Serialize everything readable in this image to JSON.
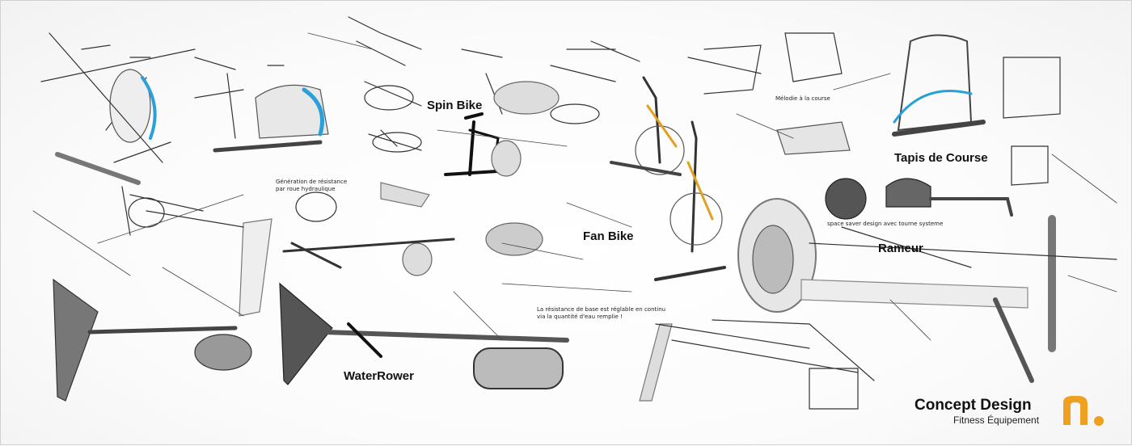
{
  "labels": {
    "spin_bike": "Spin Bike",
    "fan_bike": "Fan Bike",
    "tapis": "Tapis de Course",
    "rameur": "Rameur",
    "waterrower": "WaterRower"
  },
  "notes": {
    "melodie": "Mélodie à la course",
    "generation_line1": "Génération de résistance",
    "generation_line2": "par roue hydraulique",
    "space_saver": "space saver design avec tourne systeme",
    "resistance_line1": "La résistance de base est réglable en continu",
    "resistance_line2": "via la quantité d'eau remplie !"
  },
  "brand": {
    "title": "Concept Design",
    "subtitle": "Fitness Équipement",
    "logo_letter": "n.",
    "logo_color": "#f0a020"
  },
  "colors": {
    "accent_blue": "#2a9fd8",
    "accent_orange": "#e0a020",
    "ink": "#222222"
  }
}
